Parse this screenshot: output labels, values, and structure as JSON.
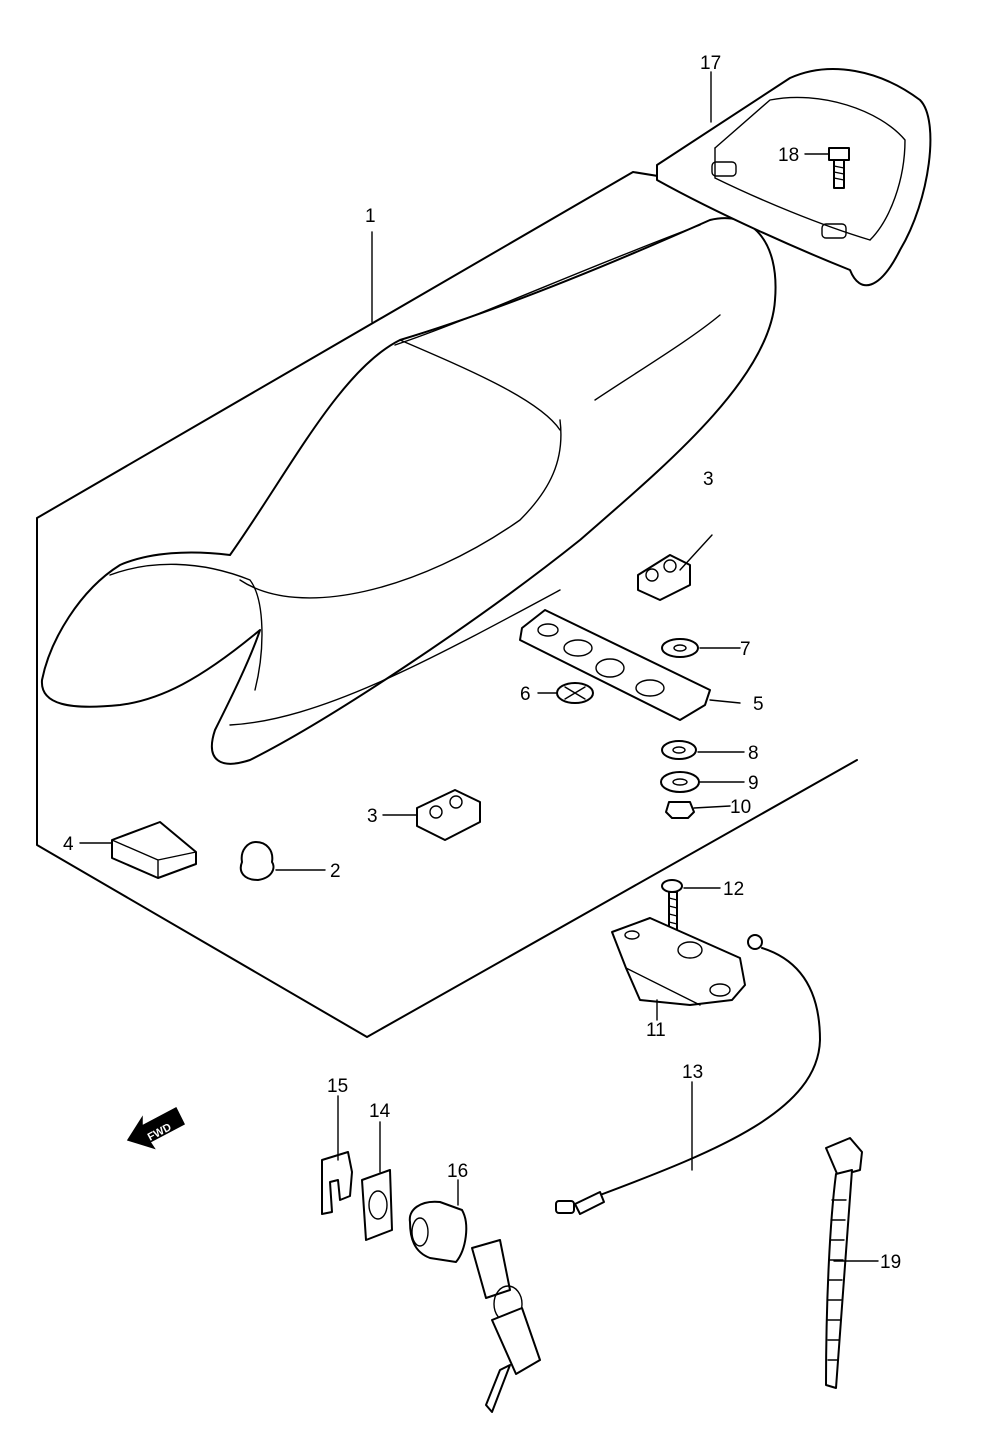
{
  "callouts": [
    {
      "id": "c1",
      "text": "1"
    },
    {
      "id": "c2",
      "text": "2"
    },
    {
      "id": "c3a",
      "text": "3"
    },
    {
      "id": "c3b",
      "text": "3"
    },
    {
      "id": "c4",
      "text": "4"
    },
    {
      "id": "c5",
      "text": "5"
    },
    {
      "id": "c6",
      "text": "6"
    },
    {
      "id": "c7",
      "text": "7"
    },
    {
      "id": "c8",
      "text": "8"
    },
    {
      "id": "c9",
      "text": "9"
    },
    {
      "id": "c10",
      "text": "10"
    },
    {
      "id": "c11",
      "text": "11"
    },
    {
      "id": "c12",
      "text": "12"
    },
    {
      "id": "c13",
      "text": "13"
    },
    {
      "id": "c14",
      "text": "14"
    },
    {
      "id": "c15",
      "text": "15"
    },
    {
      "id": "c16",
      "text": "16"
    },
    {
      "id": "c17",
      "text": "17"
    },
    {
      "id": "c18",
      "text": "18"
    },
    {
      "id": "c19",
      "text": "19"
    }
  ],
  "fwd_arrow": {
    "text": "FWD",
    "icon": "fwd-arrow-icon"
  }
}
